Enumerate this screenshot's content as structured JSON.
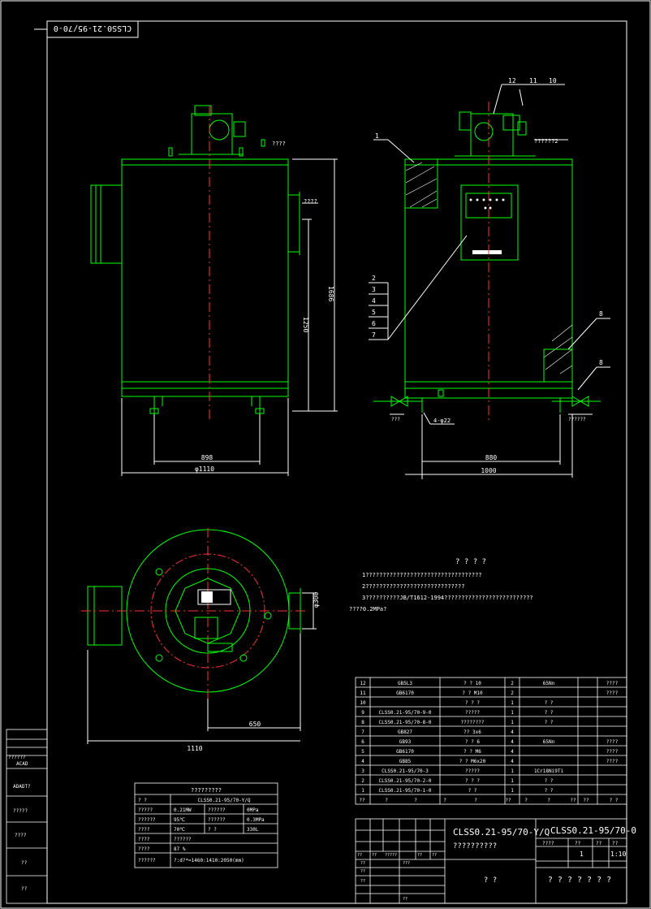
{
  "colors": {
    "background": "#000000",
    "frame": "#ffffff",
    "outline": "#00ff00",
    "centerline": "#ff3030",
    "dimension": "#ffffff"
  },
  "drawing_number_rotated": "CLSS0.21-95/70-0",
  "front_view": {
    "dims": {
      "height_total": "1686",
      "height_inner": "1250",
      "width_inner": "898",
      "width_outer": "φ1110"
    },
    "callout": "????"
  },
  "side_view": {
    "top_note": "??????2",
    "balloons": [
      "1",
      "12",
      "11",
      "10",
      "2",
      "3",
      "4",
      "5",
      "6",
      "7",
      "8",
      "8"
    ],
    "dims": {
      "width_inner": "880",
      "width_outer": "1000",
      "legs": "4-φ22"
    },
    "valve_label_left": "???",
    "valve_label_right": "??????"
  },
  "plan_view": {
    "dims": {
      "flange": "φ300",
      "offset": "650",
      "overall": "1110"
    }
  },
  "notes": {
    "title": "? ? ? ?",
    "lines": [
      "1??????????????????????????????????",
      "2?????????????????????????????",
      "3??????????JB/T1612-1994??????????????????????????",
      "????0.2MPa?"
    ]
  },
  "spec_table": {
    "title": "?????????",
    "rows": [
      [
        "? ?",
        "CLSS0.21-95/70-Y/Q",
        "",
        ""
      ],
      [
        "?????",
        "0.21MW",
        "??????",
        "0MPa"
      ],
      [
        "??????",
        "95℃",
        "??????",
        "0.3MPa"
      ],
      [
        "????",
        "70℃",
        "? ?",
        "330L"
      ],
      [
        "????",
        "??????",
        "",
        ""
      ],
      [
        "????",
        "87 %",
        "",
        ""
      ],
      [
        "??????",
        "?:d?*=1460:1410:2050(mm)",
        "",
        ""
      ]
    ]
  },
  "left_strip": [
    "??????",
    "ACAD",
    "ADADT?",
    "?????",
    "????",
    "??",
    "??"
  ],
  "bom": {
    "rows": [
      [
        "12",
        "GB5L3",
        "? ? 10",
        "2",
        "65Nn",
        "",
        "????"
      ],
      [
        "11",
        "GB6170",
        "? ? M10",
        "2",
        "",
        "",
        "????"
      ],
      [
        "10",
        "",
        "? ? ?",
        "1",
        "? ?",
        "",
        ""
      ],
      [
        "9",
        "CLSS0.21-95/70-9-0",
        "?????",
        "1",
        "? ?",
        "",
        ""
      ],
      [
        "8",
        "CLSS0.21-95/70-8-0",
        "????????",
        "1",
        "? ?",
        "",
        ""
      ],
      [
        "7",
        "GB827",
        "?? 3x6",
        "4",
        "",
        "",
        ""
      ],
      [
        "6",
        "GB93",
        "? ? 6",
        "4",
        "65Nn",
        "",
        "????"
      ],
      [
        "5",
        "GB6170",
        "? ? M6",
        "4",
        "",
        "",
        "????"
      ],
      [
        "4",
        "GB85",
        "? ? M6x20",
        "4",
        "",
        "",
        "????"
      ],
      [
        "3",
        "CLSS0.21-95/70-3",
        "?????",
        "1",
        "1Cr18Ni9Ti",
        "",
        ""
      ],
      [
        "2",
        "CLSS0.21-95/70-2-0",
        "? ? ?",
        "1",
        "? ?",
        "",
        ""
      ],
      [
        "1",
        "CLSS0.21-95/70-1-0",
        "? ?",
        "1",
        "? ?",
        "",
        ""
      ]
    ],
    "header": [
      "??",
      "?",
      "?",
      "?",
      "?",
      "??",
      "?",
      "?",
      "??",
      "??",
      "? ?"
    ]
  },
  "title_block": {
    "drawing_no": "CLSS0.21-95/70-Y/Q",
    "code": "CLSS0.21-95/70-0",
    "name": "??????????",
    "small_labels": [
      "????",
      "??",
      "??",
      "??"
    ],
    "scale_row": [
      "",
      "1",
      "1:10"
    ],
    "sign_labels": [
      "??",
      "??",
      "?????",
      "??",
      "??",
      "??",
      "???",
      "??",
      "??",
      "??"
    ],
    "mid_text": "? ?",
    "company": "? ? ? ? ? ? ?"
  }
}
